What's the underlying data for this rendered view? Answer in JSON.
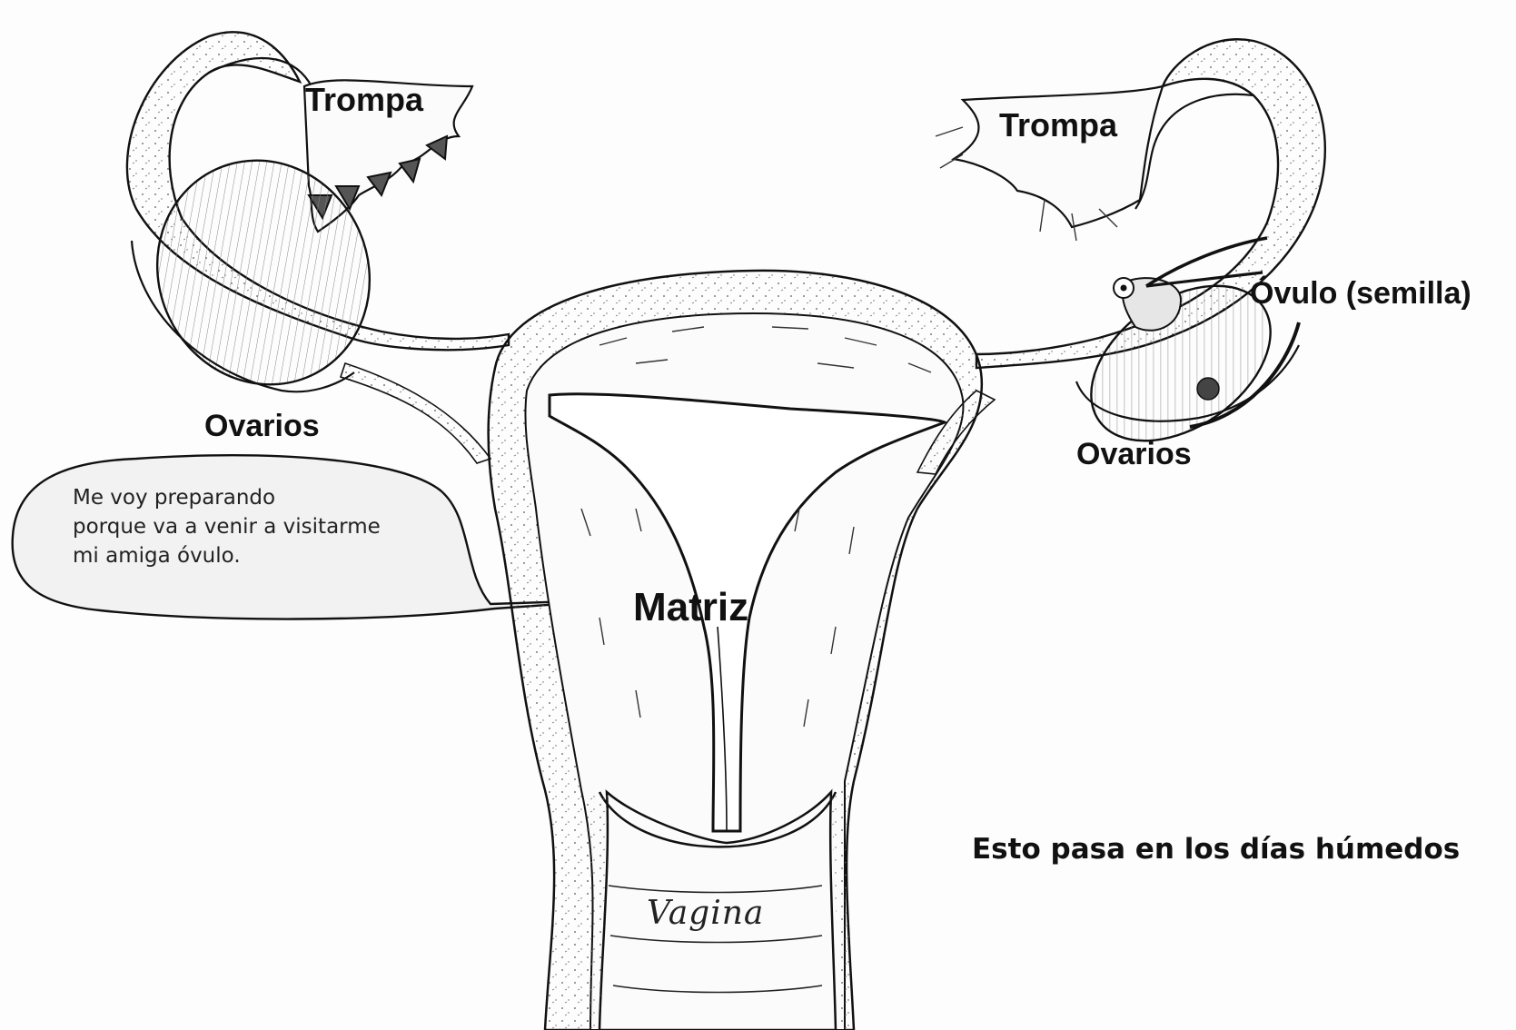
{
  "labels": {
    "trompa_left": "Trompa",
    "trompa_right": "Trompa",
    "ovarios_left": "Ovarios",
    "ovarios_right": "Ovarios",
    "ovulo": "Óvulo (semilla)",
    "matriz": "Matriz",
    "vagina": "Vagina"
  },
  "speech_bubble": {
    "lines": [
      "Me voy preparando",
      "porque va a venir a visitarme",
      "mi amiga óvulo."
    ]
  },
  "caption": "Esto pasa en los días húmedos",
  "colors": {
    "ink": "#111111",
    "bubble_fill": "#f2f2f2",
    "background": "#fdfdfd"
  }
}
